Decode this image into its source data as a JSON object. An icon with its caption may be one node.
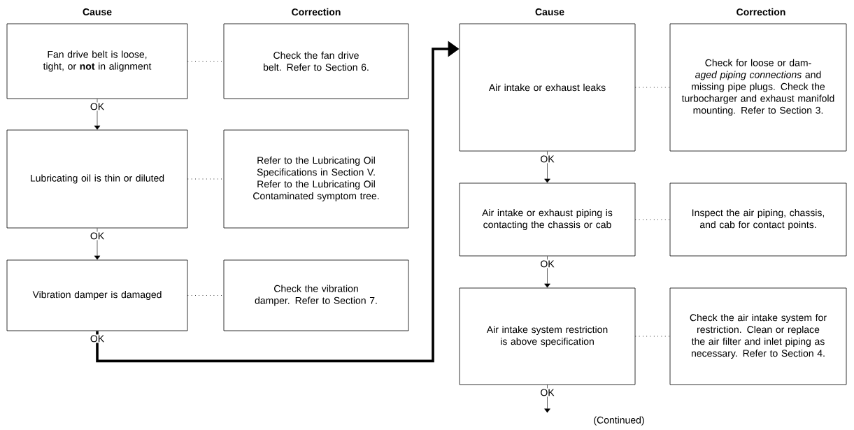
{
  "diagram": {
    "nodes": [
      {
        "text": [
          "Fan drive belt is loose, tight, or **not** in alignment"
        ]
      },
      {
        "text": [
          "Check the fan drive belt. Refer to Section 6."
        ]
      },
      {
        "text": [
          "Lubricating oil is thin or diluted"
        ]
      },
      {
        "text": [
          "Refer to the Lubricating Oil Specifications in Section V. Refer to the Lubricating Oil Contaminated symptom tree."
        ]
      },
      {
        "text": [
          "Vibration damper is damaged"
        ]
      },
      {
        "text": [
          "Check the vibration damper. Refer to Section 7."
        ]
      },
      {
        "text": [
          "Air intake or exhaust leaks"
        ]
      },
      {
        "text": [
          "Check for loose or dam- *aged piping connections* and missing pipe plugs. Check the turbocharger and exhaust manifold mounting. Refer to Section 3."
        ]
      },
      {
        "text": [
          "Air intake or exhaust piping is contacting the chassis or cab"
        ]
      },
      {
        "text": [
          "Inspect the air piping, chassis, and cab for contact points."
        ]
      },
      {
        "text": [
          "Air intake system restriction is above specification"
        ]
      },
      {
        "text": [
          "Check the air intake system for restriction. Clean or replace the air filter and inlet piping as necessary. Refer to Section 4."
        ]
      }
    ],
    "edges": [
      {
        "from": 0,
        "to": 1,
        "arrow": "none",
        "style": "dashed"
      },
      {
        "from": 0,
        "to": 2,
        "arrow": "to",
        "label": "OK"
      },
      {
        "from": 2,
        "to": 3,
        "arrow": "none",
        "style": "dashed"
      },
      {
        "from": 2,
        "to": 4,
        "arrow": "to",
        "label": "OK"
      },
      {
        "from": 4,
        "to": 5,
        "arrow": "none",
        "style": "dashed"
      },
      {
        "from": 4,
        "to": 6,
        "arrow": "to",
        "label": "OK",
        "style": "thick"
      },
      {
        "from": 6,
        "to": 7,
        "arrow": "none",
        "style": "dashed"
      },
      {
        "from": 6,
        "to": 8,
        "arrow": "to",
        "label": "OK"
      },
      {
        "from": 8,
        "to": 9,
        "arrow": "none",
        "style": "dashed"
      },
      {
        "from": 8,
        "to": 10,
        "arrow": "to",
        "label": "OK"
      },
      {
        "from": 10,
        "to": 11,
        "arrow": "none",
        "style": "dashed"
      },
      {
        "from": 10,
        "to": null,
        "arrow": "to",
        "label": "OK"
      }
    ],
    "labels": [
      "Cause",
      "Correction",
      "Cause",
      "Correction",
      "(Continued)"
    ]
  }
}
